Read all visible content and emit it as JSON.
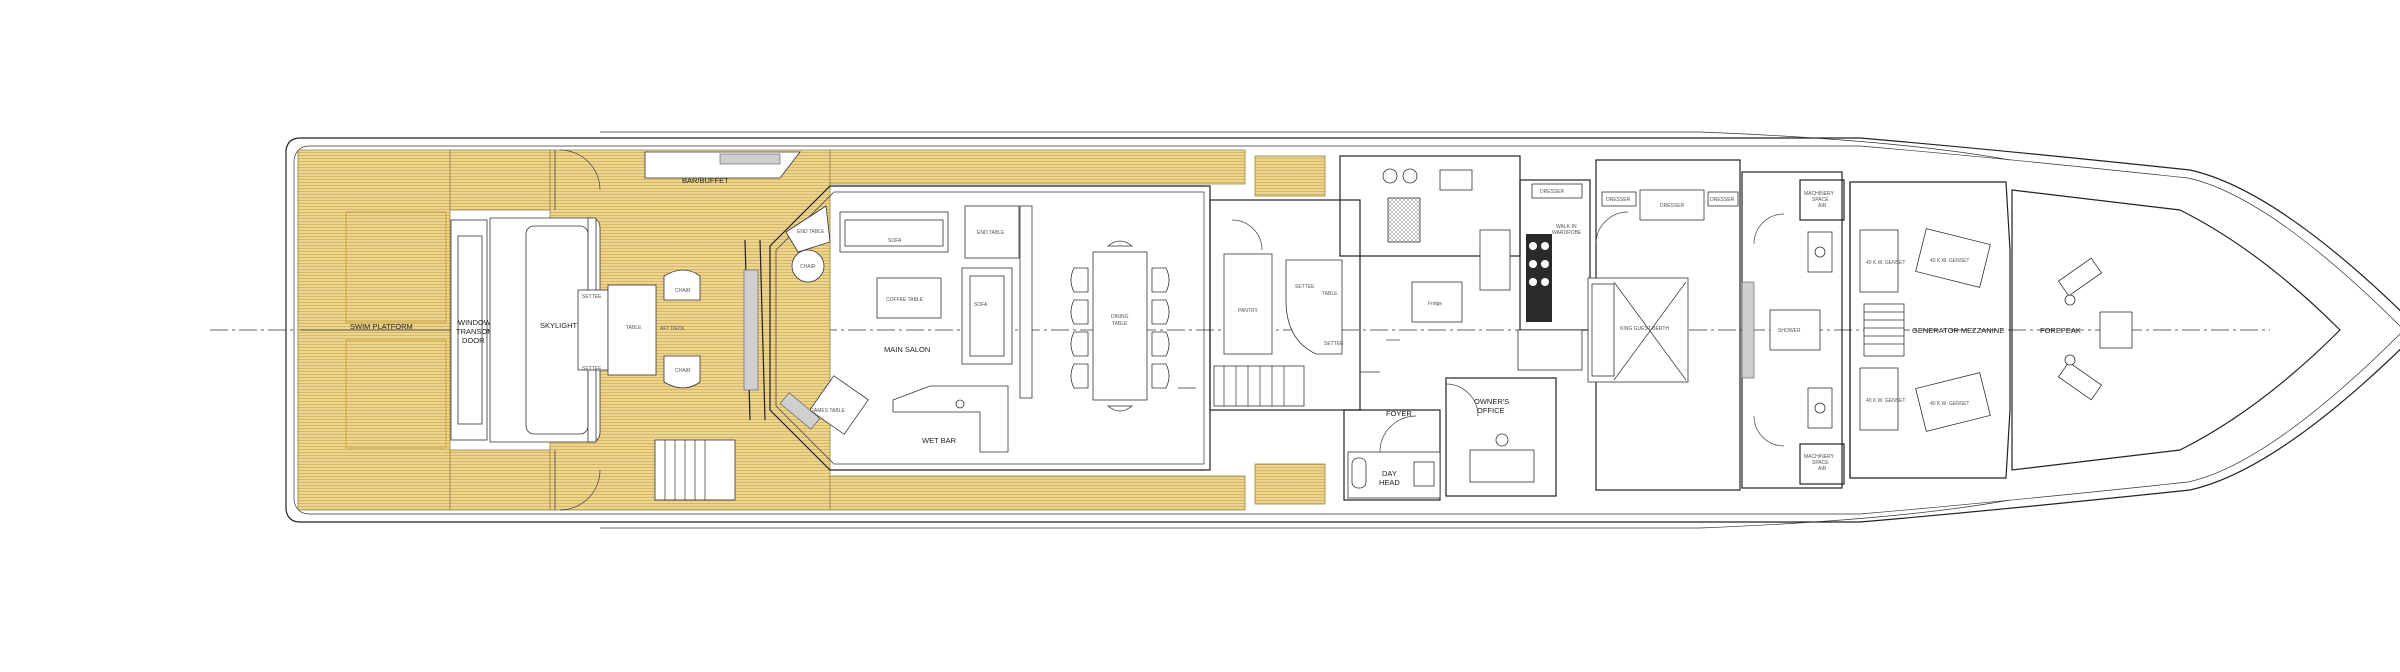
{
  "rooms": {
    "swim_platform": "SWIM PLATFORM",
    "window_transom_door": "WINDOW\nTRANSOM\nDOOR",
    "skylight": "SKYLIGHT",
    "settee_aft_top": "SETTEE",
    "settee_aft_bottom": "SETTEE",
    "table_aft": "TABLE",
    "aft_deck": "AFT DECK",
    "chair_aft_top": "CHAIR",
    "chair_aft_bottom": "CHAIR",
    "bar_buffet": "BAR/BUFFET",
    "end_table_port": "END TABLE",
    "chair_salon": "CHAIR",
    "sofa_top": "SOFA",
    "end_table_stbd": "END TABLE",
    "coffee_table": "COFFEE TABLE",
    "sofa_side": "SOFA",
    "main_salon": "MAIN SALON",
    "games_table": "GAMES TABLE",
    "wet_bar": "WET BAR",
    "dining_table": "DINING\nTABLE",
    "pantry": "PANTRY",
    "settee_dinette": "SETTEE",
    "table_dinette": "TABLE",
    "settee_dinette_low": "SETTEE",
    "foyer": "FOYER",
    "day_head": "DAY\nHEAD",
    "owners_office": "OWNER'S\nOFFICE",
    "fridge": "Fridge",
    "walk_in_wardrobe": "WALK-IN\nWARDROBE",
    "dresser_1": "DRESSER",
    "dresser_2": "DRESSER",
    "dresser_3": "DRESSER",
    "dresser_4": "DRESSER",
    "king_guest_berth": "KING GUEST BERTH",
    "shower": "SHOWER",
    "machinery_space_top": "MACHINERY\nSPACE\nAIR",
    "machinery_space_bottom": "MACHINERY\nSPACE\nAIR",
    "genset_1": "40 K.W. GENSET",
    "genset_2": "40 K.W. GENSET",
    "genset_3": "40 K.W. GENSET",
    "genset_4": "40 K.W. GENSET",
    "generator_mezzanine": "GENERATOR MEZZANINE",
    "forepeak": "FOREPEAK"
  },
  "colors": {
    "teak": "#e8cf8a",
    "teak_line": "#c9a440",
    "line": "#222222"
  }
}
